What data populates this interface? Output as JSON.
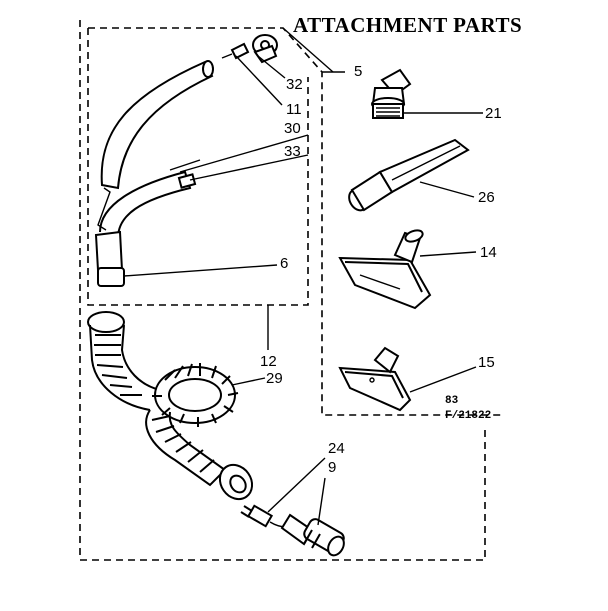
{
  "title": "ATTACHMENT PARTS",
  "drawing_code": {
    "line1": "83",
    "line2": "F/21822"
  },
  "callouts": {
    "c5": "5",
    "c32": "32",
    "c11": "11",
    "c30": "30",
    "c33": "33",
    "c6": "6",
    "c12": "12",
    "c29": "29",
    "c24": "24",
    "c9": "9",
    "c21": "21",
    "c26": "26",
    "c14": "14",
    "c15": "15"
  },
  "icons": {
    "hose_handle": "curved-wand-handle-icon",
    "swivel": "swivel-connector-icon",
    "coiled_hose": "coiled-hose-icon",
    "plug": "electrical-plug-icon",
    "connector": "hose-end-connector-icon",
    "dusting_brush": "dusting-brush-icon",
    "crevice_tool": "crevice-tool-icon",
    "floor_nozzle": "floor-nozzle-icon",
    "upholstery_tool": "upholstery-tool-icon"
  }
}
